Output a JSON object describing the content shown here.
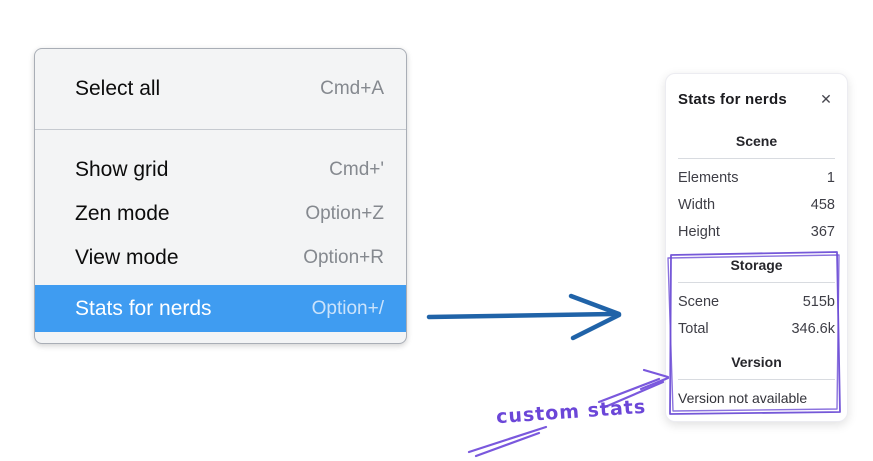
{
  "menu": {
    "items": [
      {
        "label": "Select all",
        "shortcut": "Cmd+A"
      },
      {
        "label": "Show grid",
        "shortcut": "Cmd+'"
      },
      {
        "label": "Zen mode",
        "shortcut": "Option+Z"
      },
      {
        "label": "View mode",
        "shortcut": "Option+R"
      },
      {
        "label": "Stats for nerds",
        "shortcut": "Option+/",
        "highlighted": true
      }
    ]
  },
  "stats_panel": {
    "title": "Stats for nerds",
    "sections": {
      "scene": {
        "header": "Scene",
        "rows": [
          {
            "label": "Elements",
            "value": "1"
          },
          {
            "label": "Width",
            "value": "458"
          },
          {
            "label": "Height",
            "value": "367"
          }
        ]
      },
      "storage": {
        "header": "Storage",
        "rows": [
          {
            "label": "Scene",
            "value": "515b"
          },
          {
            "label": "Total",
            "value": "346.6k"
          }
        ]
      },
      "version": {
        "header": "Version",
        "note": "Version not available"
      }
    }
  },
  "annotations": {
    "custom_stats_label": "custom stats"
  },
  "icons": {
    "close": "✕"
  },
  "colors": {
    "menu_highlight": "#3f9cf1",
    "arrow_blue": "#2063a8",
    "annotation_purple": "#6e4fd6"
  }
}
